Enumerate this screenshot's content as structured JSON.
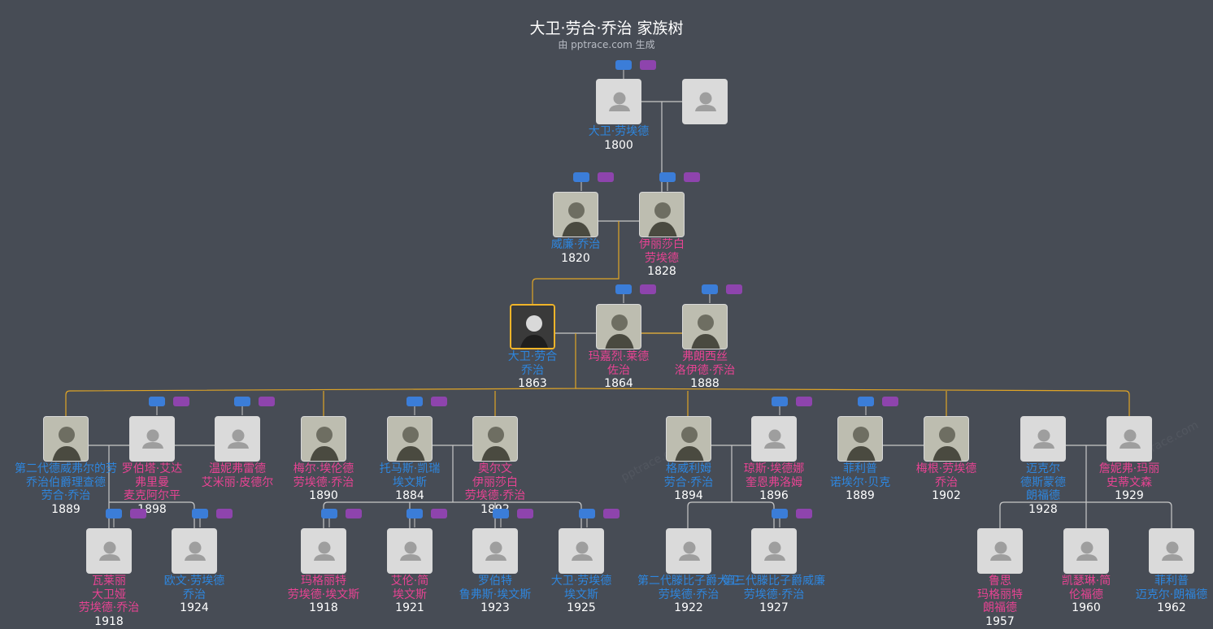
{
  "header": {
    "title": "大卫·劳合·乔治 家族树",
    "subtitle": "由 pptrace.com 生成"
  },
  "watermark": "pptrace.com",
  "colors": {
    "background": "#474c55",
    "male": "#2e86de",
    "female": "#e84393",
    "line": "#c8c8c8",
    "lineMain": "#e0a526",
    "badgeBlue": "#3b7dd8",
    "badgePurple": "#8e44ad"
  },
  "people": {
    "p1": {
      "name": [
        "大卫·劳埃德"
      ],
      "year": "1800",
      "gender": "m",
      "photo": "none"
    },
    "p2": {
      "name": [],
      "year": "",
      "gender": "f",
      "photo": "none"
    },
    "p3": {
      "name": [
        "威廉·乔治"
      ],
      "year": "1820",
      "gender": "m",
      "photo": "photo"
    },
    "p4": {
      "name": [
        "伊丽莎白",
        "劳埃德"
      ],
      "year": "1828",
      "gender": "f",
      "photo": "photo"
    },
    "p5": {
      "name": [
        "大卫·劳合",
        "乔治"
      ],
      "year": "1863",
      "gender": "m",
      "photo": "photo"
    },
    "p6": {
      "name": [
        "玛嘉烈·莱德",
        "佐治"
      ],
      "year": "1864",
      "gender": "f",
      "photo": "photo"
    },
    "p7": {
      "name": [
        "弗朗西丝",
        "洛伊德·乔治"
      ],
      "year": "1888",
      "gender": "f",
      "photo": "photo"
    },
    "c1": {
      "name": [
        "第二代德威弗尔的劳",
        "乔治伯爵理查德",
        "劳合·乔治"
      ],
      "year": "1889",
      "gender": "m",
      "photo": "photo"
    },
    "c2": {
      "name": [
        "罗伯塔·艾达",
        "弗里曼",
        "麦克阿尔平"
      ],
      "year": "1898",
      "gender": "f",
      "photo": "none"
    },
    "c3": {
      "name": [
        "温妮弗雷德",
        "艾米丽·皮德尔"
      ],
      "year": "",
      "gender": "f",
      "photo": "none"
    },
    "c4": {
      "name": [
        "梅尔·埃伦德",
        "劳埃德·乔治"
      ],
      "year": "1890",
      "gender": "f",
      "photo": "photo"
    },
    "c5": {
      "name": [
        "托马斯·凯瑞",
        "埃文斯"
      ],
      "year": "1884",
      "gender": "m",
      "photo": "photo"
    },
    "c6": {
      "name": [
        "奥尔文",
        "伊丽莎白",
        "劳埃德·乔治"
      ],
      "year": "1892",
      "gender": "f",
      "photo": "photo"
    },
    "c7": {
      "name": [
        "格威利姆",
        "劳合·乔治"
      ],
      "year": "1894",
      "gender": "m",
      "photo": "photo"
    },
    "c8": {
      "name": [
        "琼斯·埃德娜",
        "奎恩弗洛姆"
      ],
      "year": "1896",
      "gender": "f",
      "photo": "none"
    },
    "c9": {
      "name": [
        "菲利普",
        "诺埃尔·贝克"
      ],
      "year": "1889",
      "gender": "m",
      "photo": "photo"
    },
    "c10": {
      "name": [
        "梅根·劳埃德",
        "乔治"
      ],
      "year": "1902",
      "gender": "f",
      "photo": "photo"
    },
    "c11": {
      "name": [
        "迈克尔",
        "德斯蒙德",
        "朗福德"
      ],
      "year": "1928",
      "gender": "m",
      "photo": "none"
    },
    "c12": {
      "name": [
        "詹妮弗·玛丽",
        "史蒂文森"
      ],
      "year": "1929",
      "gender": "f",
      "photo": "none"
    },
    "g1": {
      "name": [
        "瓦莱丽",
        "大卫娅",
        "劳埃德·乔治"
      ],
      "year": "1918",
      "gender": "f",
      "photo": "none"
    },
    "g2": {
      "name": [
        "欧文·劳埃德",
        "乔治"
      ],
      "year": "1924",
      "gender": "m",
      "photo": "none"
    },
    "g3": {
      "name": [
        "玛格丽特",
        "劳埃德·埃文斯"
      ],
      "year": "1918",
      "gender": "f",
      "photo": "none"
    },
    "g4": {
      "name": [
        "艾伦·简",
        "埃文斯"
      ],
      "year": "1921",
      "gender": "f",
      "photo": "none"
    },
    "g5": {
      "name": [
        "罗伯特",
        "鲁弗斯·埃文斯"
      ],
      "year": "1923",
      "gender": "m",
      "photo": "none"
    },
    "g6": {
      "name": [
        "大卫·劳埃德",
        "埃文斯"
      ],
      "year": "1925",
      "gender": "m",
      "photo": "none"
    },
    "g7": {
      "name": [
        "第二代滕比子爵大卫",
        "劳埃德·乔治"
      ],
      "year": "1922",
      "gender": "m",
      "photo": "none"
    },
    "g8": {
      "name": [
        "第三代滕比子爵威廉",
        "劳埃德·乔治"
      ],
      "year": "1927",
      "gender": "m",
      "photo": "none"
    },
    "g9": {
      "name": [
        "鲁思",
        "玛格丽特",
        "朗福德"
      ],
      "year": "1957",
      "gender": "f",
      "photo": "none"
    },
    "g10": {
      "name": [
        "凯瑟琳·简",
        "伦福德"
      ],
      "year": "1960",
      "gender": "f",
      "photo": "none"
    },
    "g11": {
      "name": [
        "菲利普",
        "迈克尔·朗福德"
      ],
      "year": "1962",
      "gender": "m",
      "photo": "none"
    }
  }
}
